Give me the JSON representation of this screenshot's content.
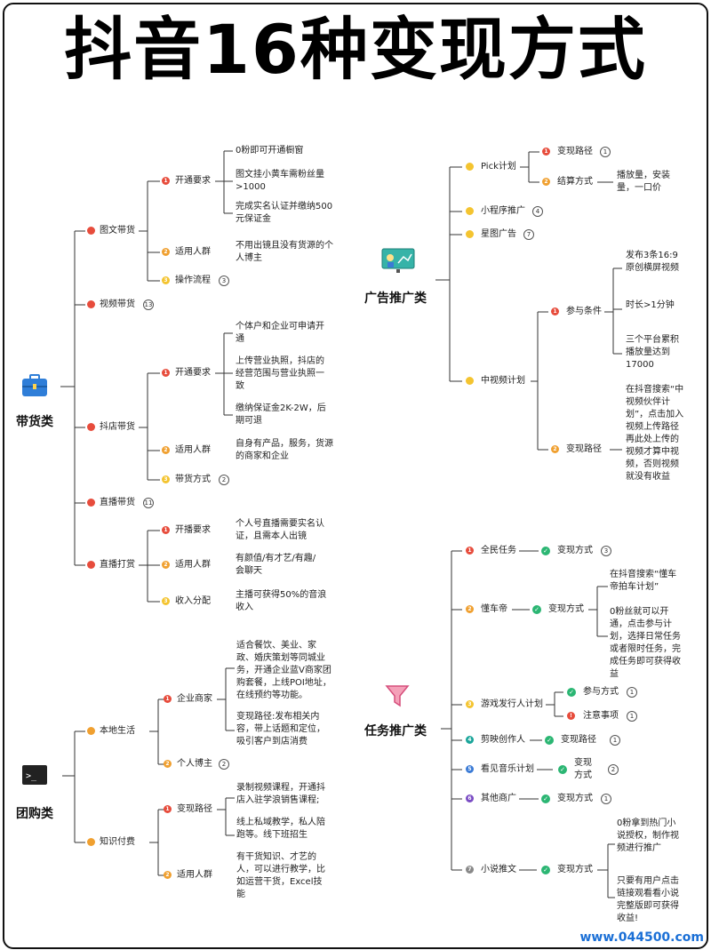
{
  "title": "抖音16种变现方式",
  "watermark": "www.044500.com",
  "colors": {
    "red": "#e74c3c",
    "orange": "#f0a030",
    "yellow": "#f4c430",
    "green": "#2bb673",
    "teal": "#1aa59a",
    "blue": "#3b7bd6",
    "purple": "#7a4cc4",
    "grey": "#888888"
  },
  "left": {
    "dh": {
      "label": "带货类",
      "icon": "briefcase-icon",
      "twdh": {
        "label": "图文带货",
        "ktyq": {
          "label": "开通要求",
          "items": [
            "0粉即可开通橱窗",
            "图文挂小黄车需粉丝量>1000",
            "完成实名认证并缴纳500元保证金"
          ]
        },
        "syrq": {
          "label": "适用人群",
          "text": "不用出镜且没有货源的个人博主"
        },
        "czlc": {
          "label": "操作流程",
          "count": "3"
        }
      },
      "spdh": {
        "label": "视频带货",
        "count": "13"
      },
      "dddh": {
        "label": "抖店带货",
        "ktyq": {
          "label": "开通要求",
          "items": [
            "个体户和企业可申请开通",
            "上传营业执照，抖店的经营范围与营业执照一致",
            "缴纳保证金2K-2W，后期可退"
          ]
        },
        "syrq": {
          "label": "适用人群",
          "text": "自身有产品，服务，货源的商家和企业"
        },
        "dhfs": {
          "label": "带货方式",
          "count": "2"
        }
      },
      "zbdh": {
        "label": "直播带货",
        "count": "11"
      },
      "zbds": {
        "label": "直播打赏",
        "ktyq": {
          "label": "开播要求",
          "text": "个人号直播需要实名认证，且需本人出镜"
        },
        "syrq": {
          "label": "适用人群",
          "text": "有颜值/有才艺/有趣/会聊天"
        },
        "srfp": {
          "label": "收入分配",
          "text": "主播可获得50%的音浪收入"
        }
      }
    },
    "tg": {
      "label": "团购类",
      "icon": "terminal-icon",
      "bdsh": {
        "label": "本地生活",
        "qysj": {
          "label": "企业商家",
          "items": [
            "适合餐饮、美业、家政、婚庆策划等同城业务，开通企业蓝V商家团购套餐，上线POI地址，在线预约等功能。",
            "变现路径:发布相关内容，带上话题和定位，吸引客户到店消费"
          ]
        },
        "grbz": {
          "label": "个人博主",
          "count": "2"
        }
      },
      "zsff": {
        "label": "知识付费",
        "bxlj": {
          "label": "变现路径",
          "items": [
            "录制视频课程，开通抖店入驻学浪销售课程;",
            "线上私域教学，私人陪跑等。线下班招生"
          ]
        },
        "syrq": {
          "label": "适用人群",
          "text": "有干货知识、才艺的人，可以进行教学，比如运营干货，Excel技能"
        }
      }
    }
  },
  "right": {
    "gg": {
      "label": "广告推广类",
      "icon": "presentation-board-icon",
      "pick": {
        "label": "Pick计划",
        "bxlj": {
          "label": "变现路径",
          "count": "1"
        },
        "jsfs": {
          "label": "结算方式",
          "text": "播放量，安装量，一口价"
        }
      },
      "xcx": {
        "label": "小程序推广",
        "count": "4"
      },
      "xt": {
        "label": "星图广告",
        "count": "7"
      },
      "zsp": {
        "label": "中视频计划",
        "cytj": {
          "label": "参与条件",
          "items": [
            "发布3条16:9原创横屏视频",
            "时长>1分钟",
            "三个平台累积播放量达到17000"
          ]
        },
        "bxlj": {
          "label": "变现路径",
          "text": "在抖音搜索“中视频伙伴计划”，点击加入视频上传路径再此处上传的视频才算中视频，否则视频就没有收益"
        }
      }
    },
    "rw": {
      "label": "任务推广类",
      "icon": "funnel-icon",
      "qmrw": {
        "label": "全民任务",
        "child": "变现方式",
        "count": "3"
      },
      "dcd": {
        "label": "懂车帝",
        "child": "变现方式",
        "items": [
          "在抖音搜索“懂车帝拍车计划”",
          "0粉丝就可以开通，点击参与计划，选择日常任务或者限时任务，完成任务即可获得收益"
        ]
      },
      "yxfx": {
        "label": "游戏发行人计划",
        "a": {
          "label": "参与方式",
          "count": "1"
        },
        "b": {
          "label": "注意事项",
          "count": "1"
        }
      },
      "jy": {
        "label": "剪映创作人",
        "child": "变现路径",
        "count": "1"
      },
      "kjyy": {
        "label": "看见音乐计划",
        "child": "变现方式",
        "count": "2"
      },
      "qtsg": {
        "label": "其他商广",
        "child": "变现方式",
        "count": "1"
      },
      "xstw": {
        "label": "小说推文",
        "child": "变现方式",
        "items": [
          "0粉拿到热门小说授权，制作视频进行推广",
          "只要有用户点击链接观看看小说完整版即可获得收益!"
        ]
      }
    }
  }
}
